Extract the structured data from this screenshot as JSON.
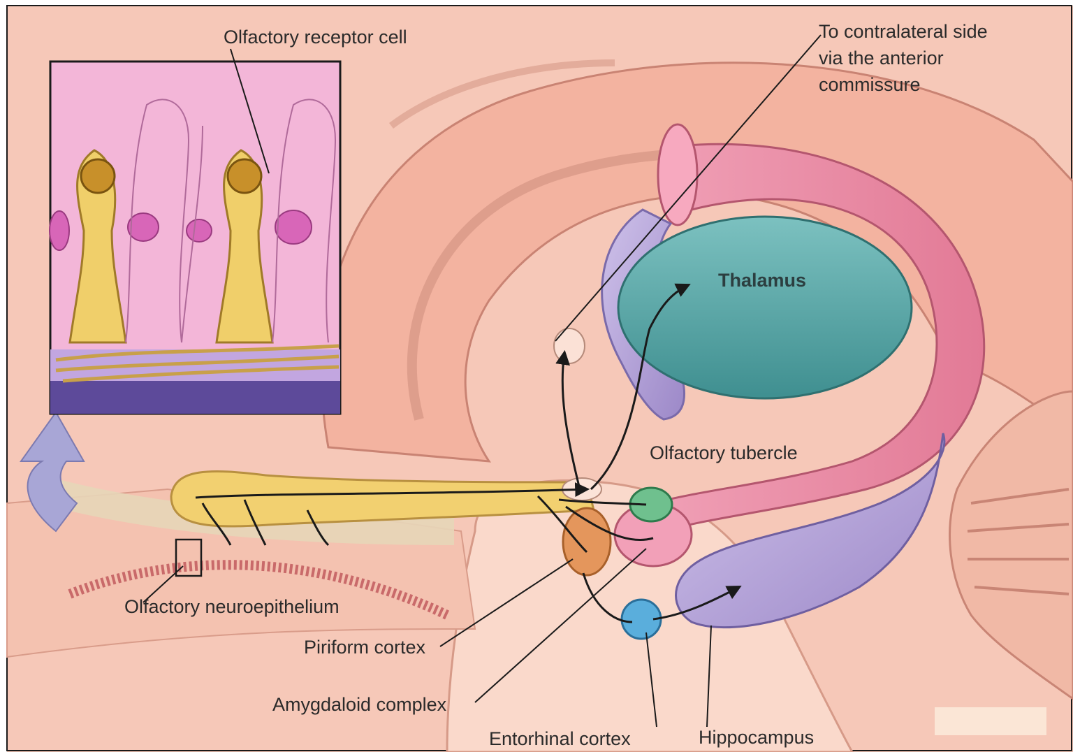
{
  "diagram": {
    "labels": {
      "olfactory_receptor_cell": "Olfactory receptor cell",
      "contralateral_line1": "To contralateral side",
      "contralateral_line2": "via the anterior",
      "contralateral_line3": "commissure",
      "thalamus": "Thalamus",
      "olfactory_tubercle": "Olfactory tubercle",
      "olfactory_neuroepithelium": "Olfactory neuroepithelium",
      "piriform_cortex": "Piriform cortex",
      "amygdaloid_complex": "Amygdaloid complex",
      "entorhinal_cortex": "Entorhinal cortex",
      "hippocampus": "Hippocampus"
    },
    "colors": {
      "background": "#f6c8b8",
      "brain_pink": "#f4b9a6",
      "fornix_pink": "#e9829c",
      "thalamus_teal": "#5fa8a8",
      "hippocampus_lavender": "#b8a8d8",
      "bulb_yellow": "#f0cf6a",
      "piriform_orange": "#e3955a",
      "amygdala_green": "#6fbf8c",
      "entorhinal_blue": "#5aa8d8",
      "inset_pink": "#f3b6d8",
      "inset_purple": "#5d4a9a"
    }
  }
}
